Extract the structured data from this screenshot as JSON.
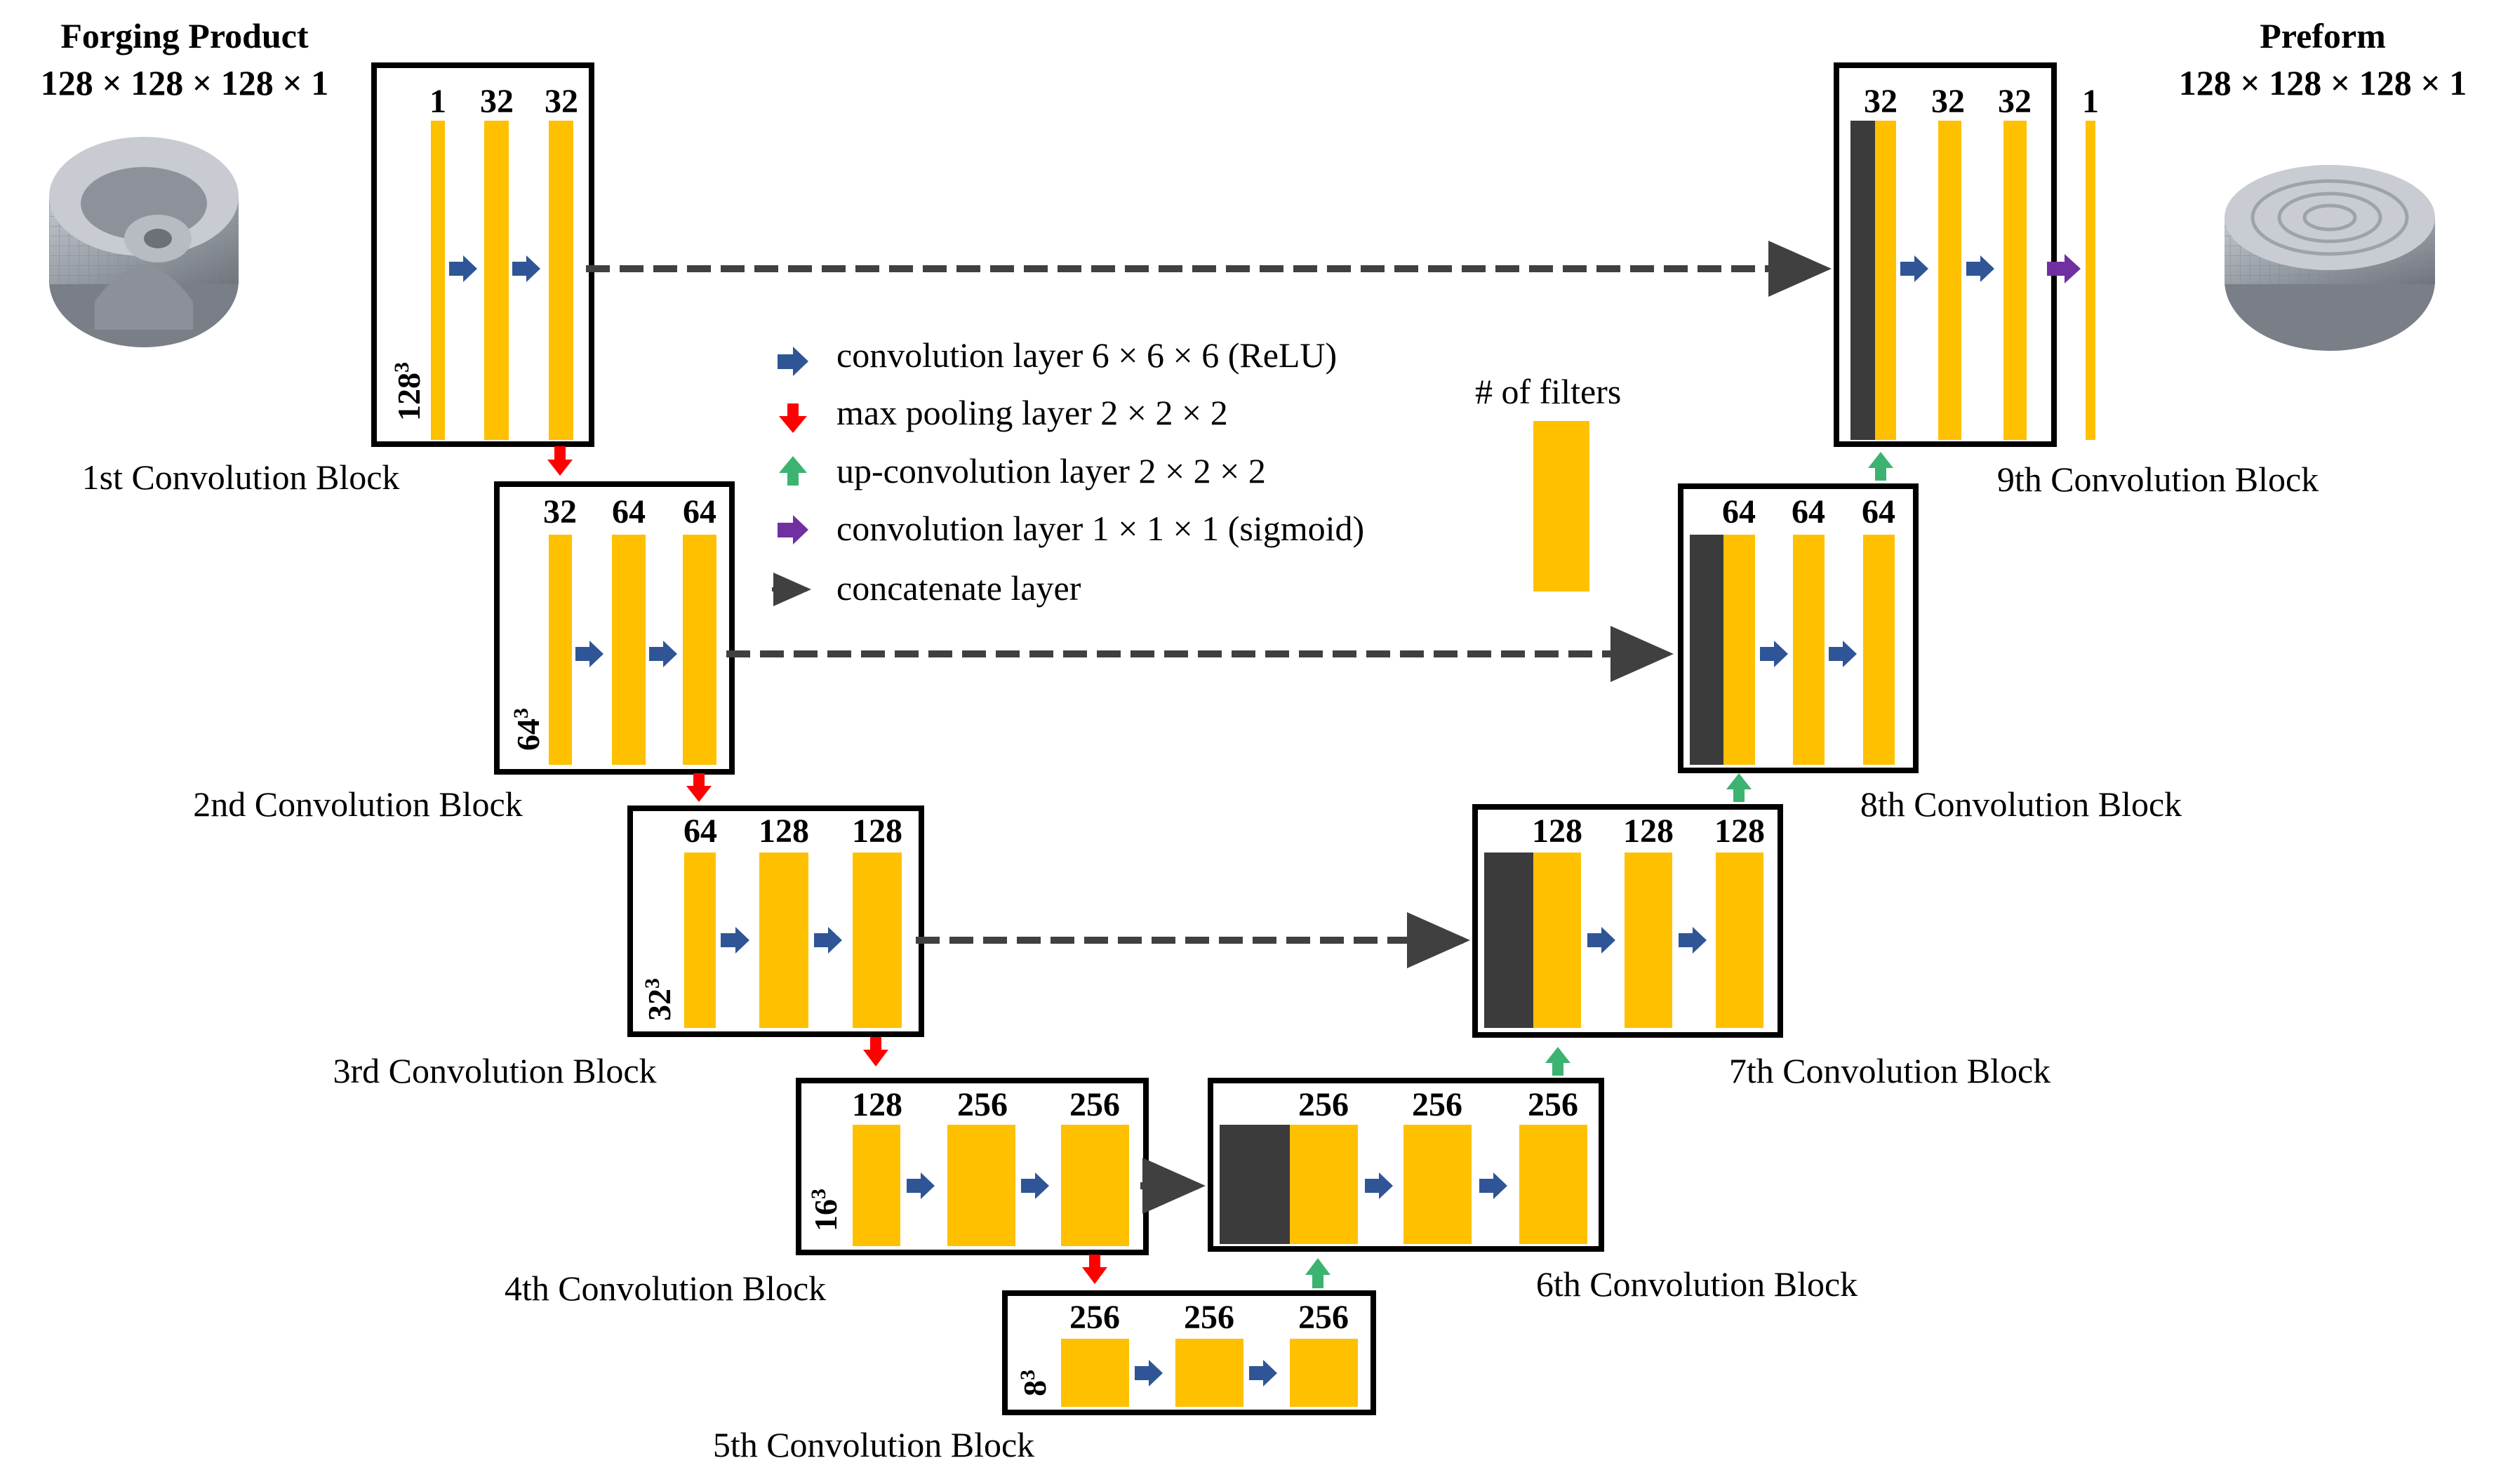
{
  "input": {
    "title": "Forging Product",
    "dims": "128 × 128 × 128 × 1"
  },
  "output": {
    "title": "Preform",
    "dims": "128 × 128 × 128 × 1"
  },
  "legend": {
    "conv": "convolution layer 6 × 6 × 6 (ReLU)",
    "pool": "max pooling layer 2 × 2 × 2",
    "upconv": "up-convolution layer 2 × 2 × 2",
    "sigmoid": "convolution layer 1 × 1 × 1 (sigmoid)",
    "concat": "concatenate layer",
    "filters": "# of filters"
  },
  "colors": {
    "feature_map": "#FFC000",
    "copied_map": "#3B3B3B",
    "conv_arrow": "#2F5597",
    "pool_arrow": "#FF0000",
    "upconv_arrow": "#3CB371",
    "sigmoid_arrow": "#7030A0",
    "concat_arrow": "#404040"
  },
  "blocks": [
    {
      "caption": "1st Convolution Block",
      "size": "128",
      "filters": [
        "1",
        "32",
        "32"
      ]
    },
    {
      "caption": "2nd Convolution Block",
      "size": "64",
      "filters": [
        "32",
        "64",
        "64"
      ]
    },
    {
      "caption": "3rd Convolution Block",
      "size": "32",
      "filters": [
        "64",
        "128",
        "128"
      ]
    },
    {
      "caption": "4th Convolution Block",
      "size": "16",
      "filters": [
        "128",
        "256",
        "256"
      ]
    },
    {
      "caption": "5th Convolution Block",
      "size": "8",
      "filters": [
        "256",
        "256",
        "256"
      ]
    },
    {
      "caption": "6th Convolution Block",
      "filters": [
        "256",
        "256",
        "256"
      ]
    },
    {
      "caption": "7th Convolution Block",
      "filters": [
        "128",
        "128",
        "128"
      ]
    },
    {
      "caption": "8th Convolution Block",
      "filters": [
        "64",
        "64",
        "64"
      ]
    },
    {
      "caption": "9th Convolution Block",
      "filters": [
        "32",
        "32",
        "32"
      ]
    }
  ],
  "output_filter": "1",
  "size_exponent": "3"
}
